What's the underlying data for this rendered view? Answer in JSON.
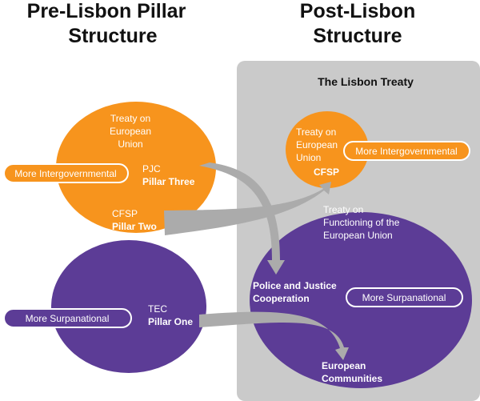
{
  "headers": {
    "pre_line1": "Pre-Lisbon Pillar",
    "pre_line2": "Structure",
    "post_line1": "Post-Lisbon",
    "post_line2": "Structure"
  },
  "lisbon_panel_title": "The Lisbon Treaty",
  "pre_teu": {
    "lines": [
      "Treaty on",
      "European",
      "Union"
    ],
    "pjc": "PJC",
    "pjc_pillar": "Pillar Three",
    "cfsp": "CFSP",
    "cfsp_pillar": "Pillar Two"
  },
  "pre_tec": {
    "tec": "TEC",
    "pillar": "Pillar One"
  },
  "post_teu": {
    "lines": [
      "Treaty on",
      "European",
      "Union"
    ],
    "cfsp": "CFSP"
  },
  "post_tfeu": {
    "lines": [
      "Treaty on",
      "Functioning of the",
      "European Union"
    ],
    "pjc": [
      "Police and Justice",
      "Cooperation"
    ],
    "ec": [
      "European",
      "Communities"
    ]
  },
  "pills": {
    "more_intergov_left": "More Intergovernmental",
    "more_intergov_right": "More Intergovernmental",
    "more_supra_left": "More Surpanational",
    "more_supra_right": "More Surpanational"
  },
  "colors": {
    "orange": "#F7941D",
    "purple": "#5C3C96",
    "panel": "#CACACA",
    "arrow": "#ABABAB"
  }
}
